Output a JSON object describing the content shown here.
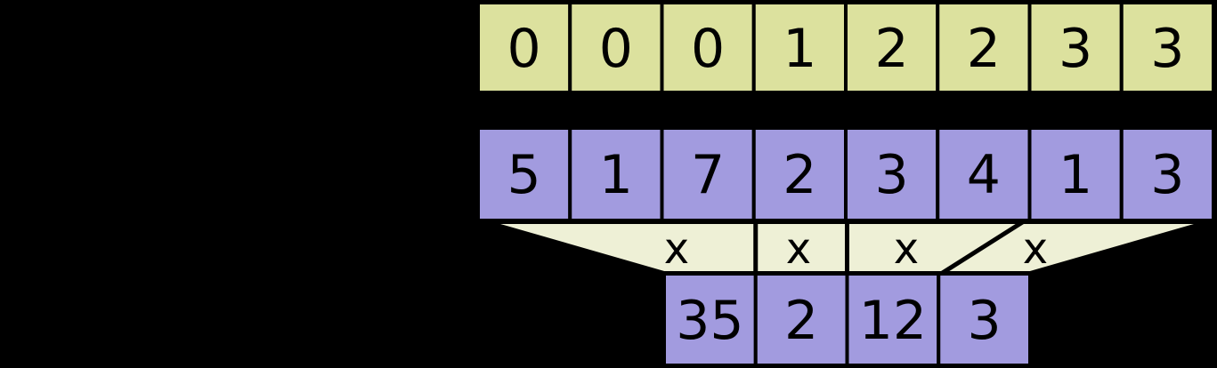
{
  "colors": {
    "background": "#000000",
    "segment_row_fill": "#dce19e",
    "value_row_fill": "#a29bdf",
    "funnel_fill": "#eef0d6",
    "border": "#000000",
    "text": "#000000"
  },
  "segment_head_row": {
    "values": [
      "0",
      "0",
      "0",
      "1",
      "2",
      "2",
      "3",
      "3"
    ]
  },
  "value_row": {
    "values": [
      "5",
      "1",
      "7",
      "2",
      "3",
      "4",
      "1",
      "3"
    ]
  },
  "funnel": {
    "operators": [
      "x",
      "x",
      "x",
      "x"
    ]
  },
  "result_row": {
    "values": [
      "35",
      "2",
      "12",
      "3"
    ]
  }
}
